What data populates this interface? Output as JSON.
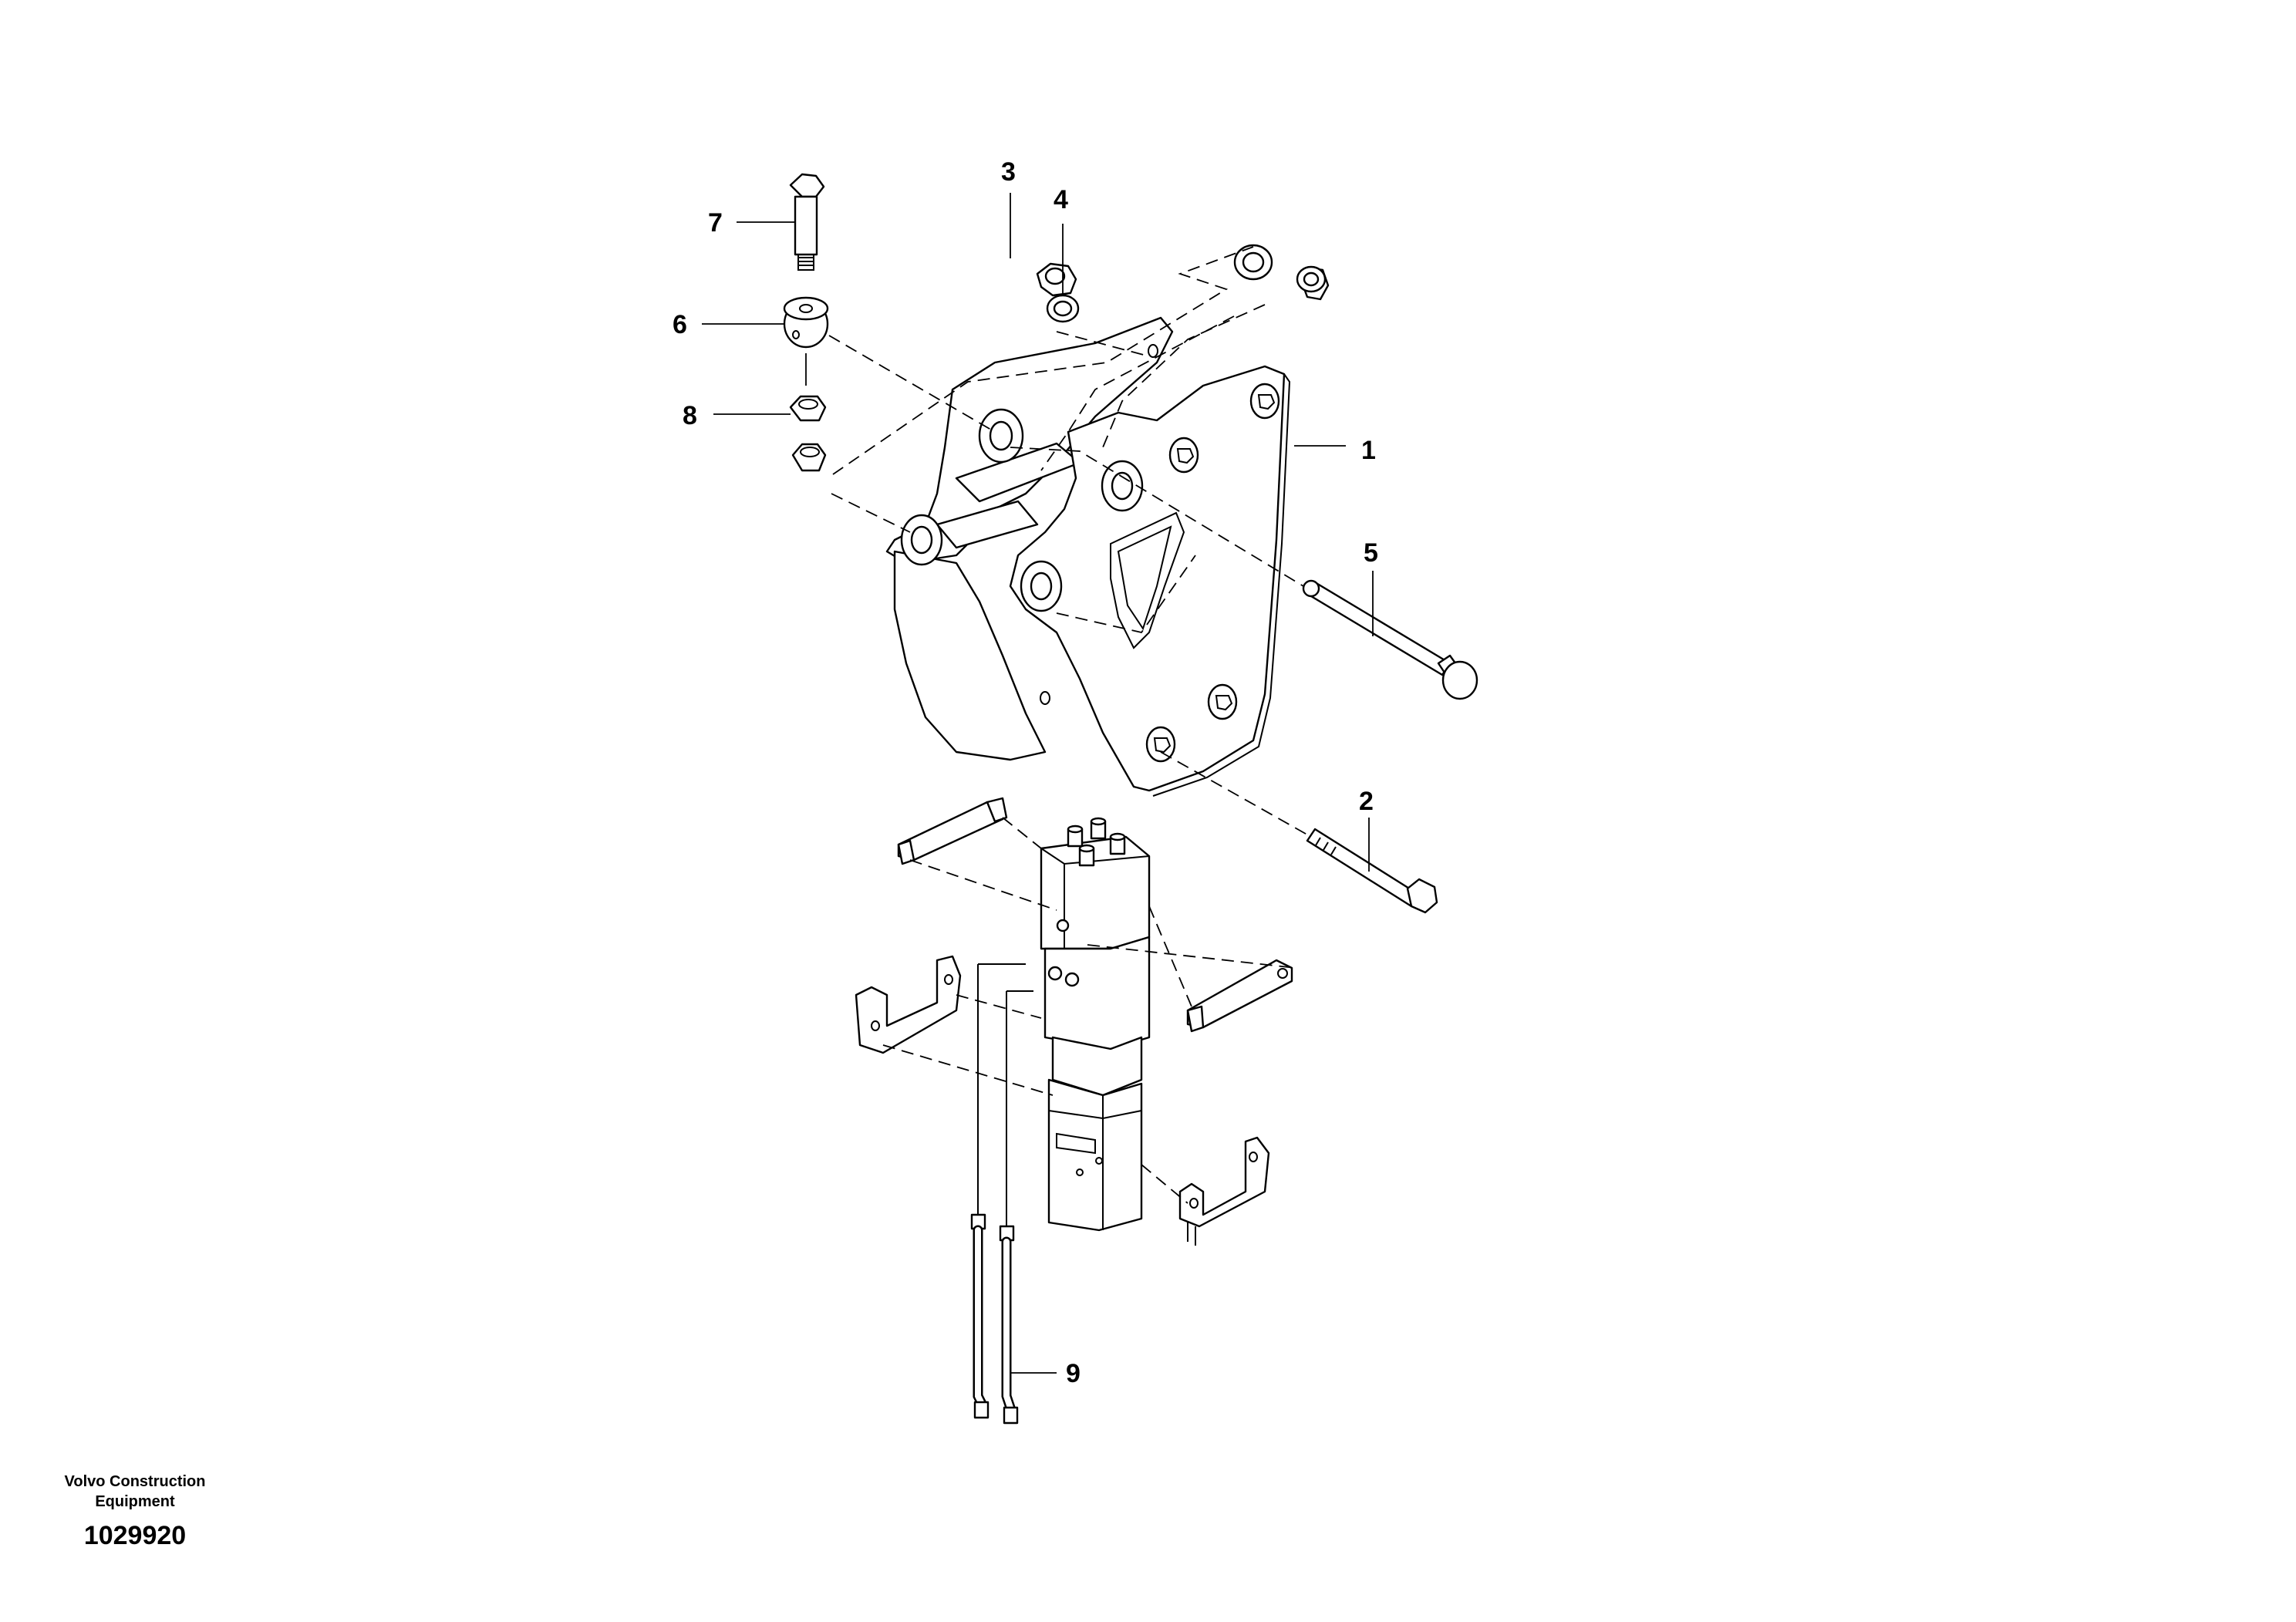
{
  "callouts": {
    "c1": "1",
    "c2": "2",
    "c3": "3",
    "c4": "4",
    "c5": "5",
    "c6": "6",
    "c7": "7",
    "c8": "8",
    "c9": "9"
  },
  "publisher": {
    "line1": "Volvo Construction",
    "line2": "Equipment",
    "drawing_number": "1029920"
  }
}
